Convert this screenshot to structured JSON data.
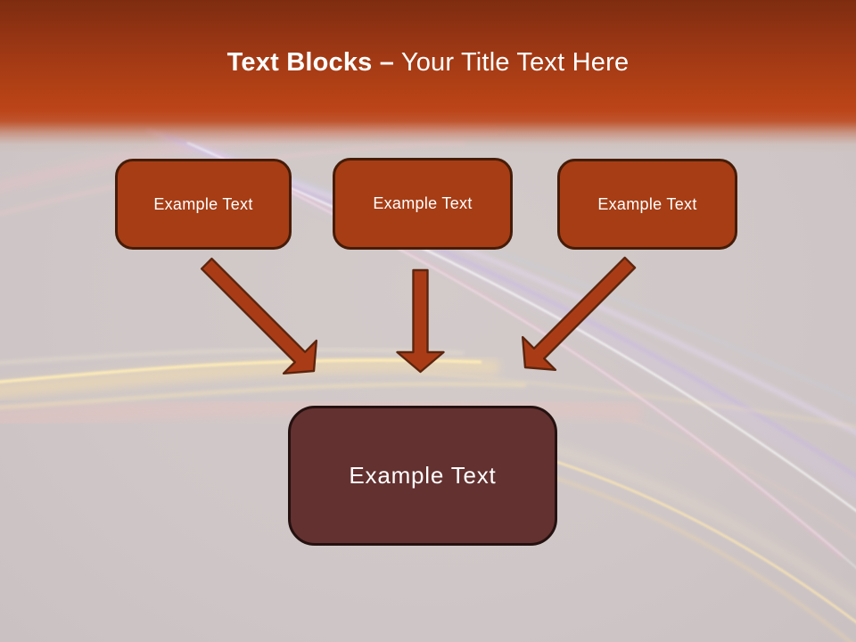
{
  "slide": {
    "title_bold": "Text Blocks –",
    "title_regular": " Your Title Text Here"
  },
  "diagram": {
    "top_boxes": [
      {
        "label": "Example Text"
      },
      {
        "label": "Example Text"
      },
      {
        "label": "Example Text"
      }
    ],
    "arrows": [
      {
        "name": "arrow-down-right",
        "direction": "down-right"
      },
      {
        "name": "arrow-down",
        "direction": "down"
      },
      {
        "name": "arrow-down-left",
        "direction": "down-left"
      }
    ],
    "bottom_box": {
      "label": "Example Text"
    }
  },
  "colors": {
    "header_top": "#7e2c10",
    "header_bottom": "#bc4519",
    "background": "#cfc7c7",
    "top_box_fill": "#a63d15",
    "top_box_border": "#461c08",
    "bottom_box_fill": "#633130",
    "bottom_box_border": "#241110",
    "arrow_fill": "#a93c16",
    "arrow_border": "#5d250e",
    "title_text": "#ffffff",
    "box_text": "#ffffff"
  }
}
